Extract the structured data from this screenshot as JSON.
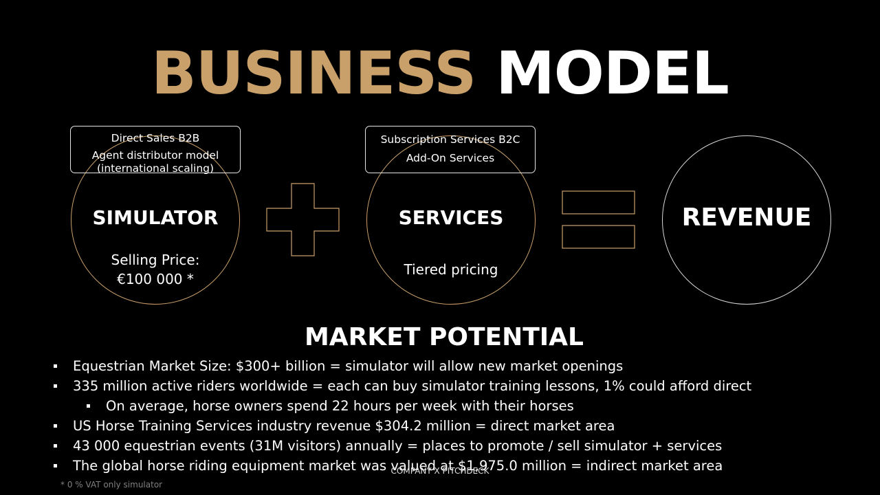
{
  "title": {
    "word1": "BUSINESS",
    "word2": "MODEL"
  },
  "simulator": {
    "box_line1": "Direct Sales B2B",
    "box_line2": "Agent distributor model",
    "box_line3": "(international scaling)",
    "title": "SIMULATOR",
    "sub_line1": "Selling Price:",
    "sub_line2": "€100 000 *"
  },
  "services": {
    "box_line1": "Subscription Services B2C",
    "box_line2": "Add-On Services",
    "title": "SERVICES",
    "sub": "Tiered pricing"
  },
  "revenue": {
    "title": "REVENUE"
  },
  "market": {
    "title": "MARKET POTENTIAL",
    "bullets": [
      "Equestrian Market Size: $300+ billion = simulator will allow new market openings",
      "335 million active riders worldwide = each can buy simulator training lessons, 1% could afford direct",
      "On average, horse owners spend 22 hours per week with their horses",
      "US Horse Training Services industry revenue $304.2 million = direct market area",
      "43 000 equestrian events (31M visitors) annually = places to promote / sell simulator + services",
      "The global horse riding equipment market was valued at $1,975.0 million = indirect market area"
    ]
  },
  "footer": "COMPANY X PITCHDECK",
  "note": "* 0 % VAT only simulator",
  "colors": {
    "accent": "#c9a06a",
    "background": "#000000",
    "text": "#ffffff"
  }
}
